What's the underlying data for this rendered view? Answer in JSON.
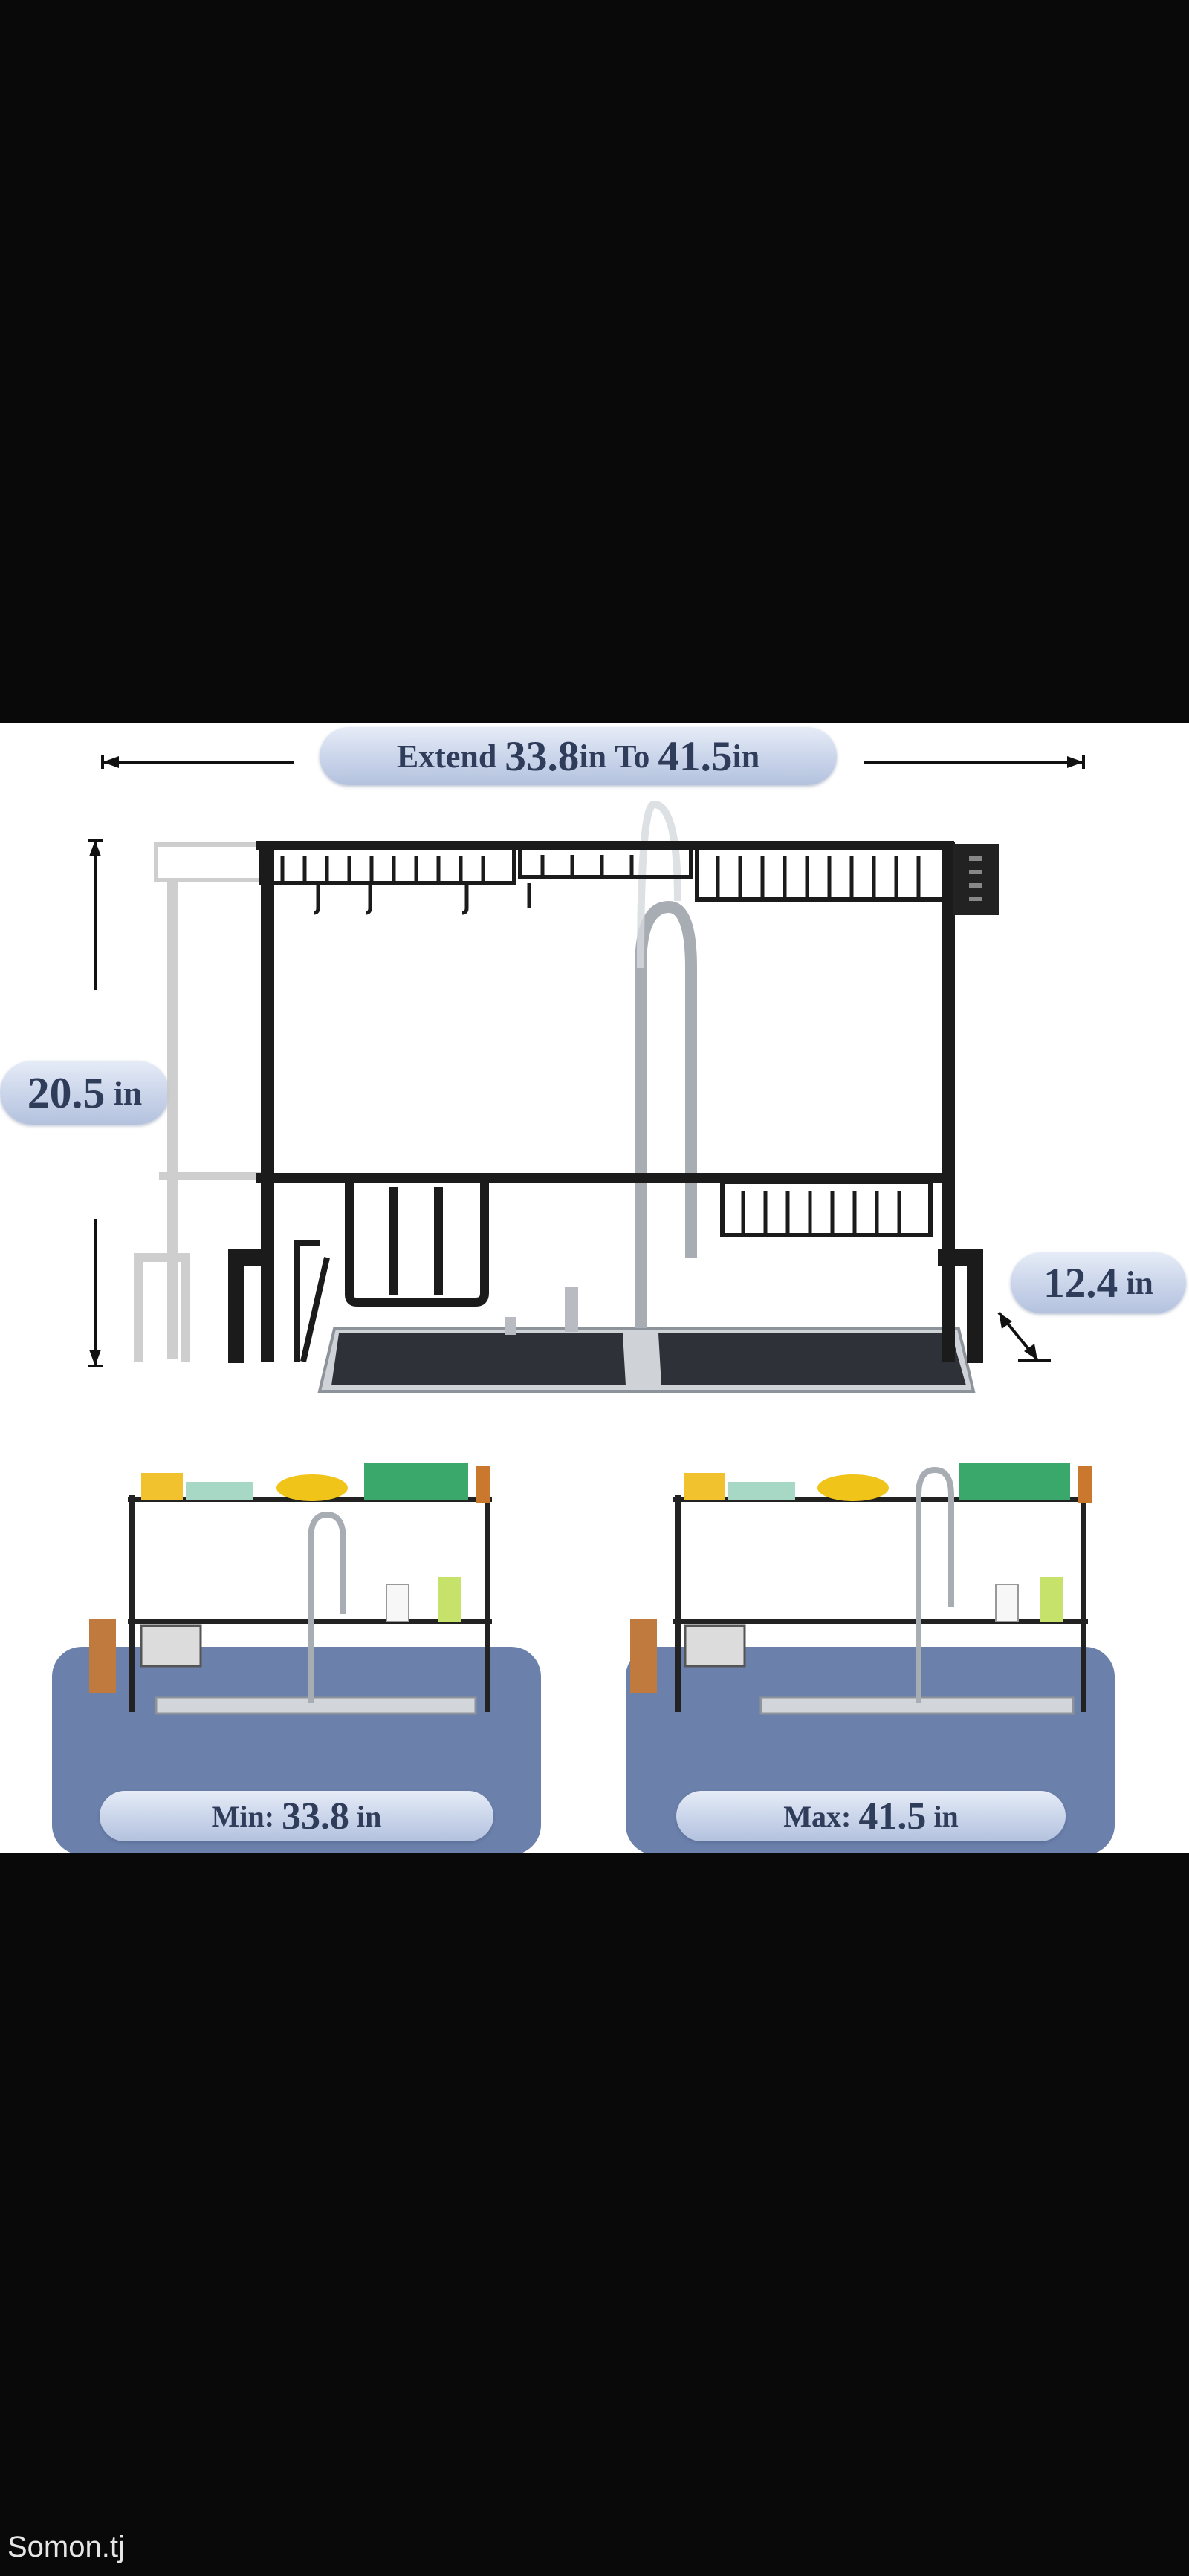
{
  "header_label": {
    "prefix": "Extend",
    "from_value": "33.8",
    "from_unit": "in",
    "to_word": "To",
    "to_value": "41.5",
    "to_unit": "in"
  },
  "height_label": {
    "value": "20.5",
    "unit": "in"
  },
  "depth_label": {
    "value": "12.4",
    "unit": "in"
  },
  "min_label": {
    "prefix": "Min:",
    "value": "33.8",
    "unit": "in"
  },
  "max_label": {
    "prefix": "Max:",
    "value": "41.5",
    "unit": "in"
  },
  "watermark": "Somon.tj",
  "colors": {
    "background": "#090909",
    "card": "#ffffff",
    "pill": "#c9d4ea",
    "panel": "#6b80aa",
    "text": "#2f3c5a"
  }
}
